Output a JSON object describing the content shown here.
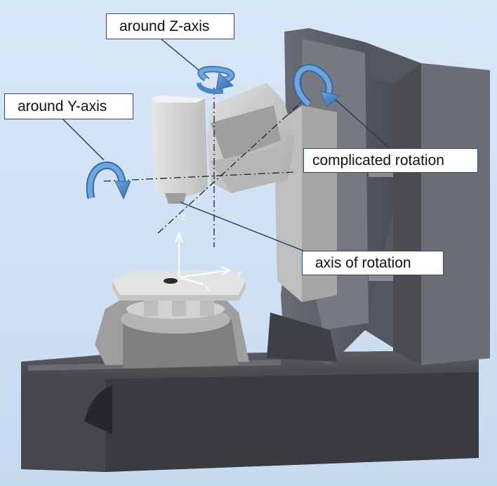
{
  "labels": {
    "z_rotation": "around Z-axis",
    "y_rotation": "around Y-axis",
    "complicated_rotation": "complicated rotation",
    "axis_of_rotation": "axis of rotation"
  },
  "axis_letters": {
    "z": "Z",
    "y": "Y",
    "x": "X"
  },
  "colors": {
    "background": "#d4e4f6",
    "arrow_blue": "#4a86c8",
    "leader_line": "#1f3a66",
    "machine_dark": "#4f5158",
    "machine_light": "#c9c9c9"
  }
}
